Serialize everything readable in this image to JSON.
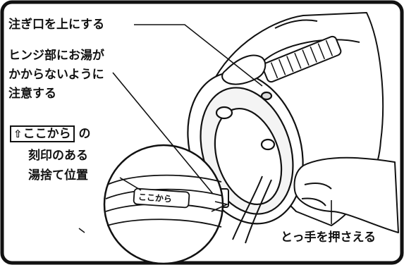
{
  "labels": {
    "spout_up": "注ぎ口を上にする",
    "hinge_line1": "ヒンジ部にお湯が",
    "hinge_line2": "かからないように",
    "hinge_line3": "注意する",
    "marked_word": "ここから",
    "marked_suffix": "の",
    "marked_line2": "刻印のある",
    "marked_line3": "湯捨て位置",
    "handle": "とっ手を押さえる"
  },
  "marker_glyph": "⇧",
  "stamp_text": "ここから",
  "colors": {
    "ink": "#111111",
    "background": "#ffffff"
  }
}
